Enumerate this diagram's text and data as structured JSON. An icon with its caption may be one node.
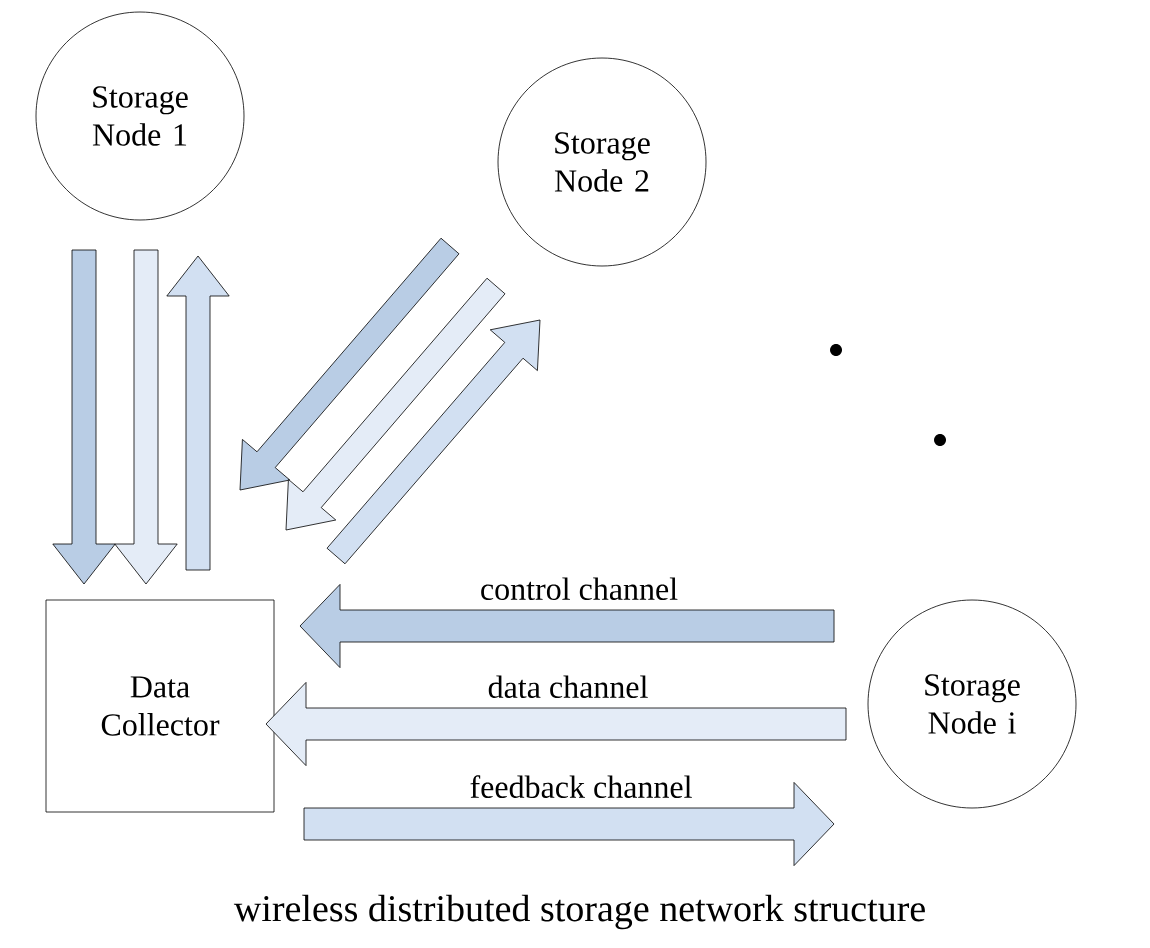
{
  "diagram": {
    "caption": "wireless distributed storage network structure",
    "nodes": [
      {
        "text": [
          "Storage Node 1"
        ]
      },
      {
        "text": [
          "Storage Node 2"
        ]
      },
      {
        "text": [
          "Data Collector"
        ]
      },
      {
        "text": [
          "Storage Node i"
        ]
      }
    ],
    "edges": [
      {
        "from": 0,
        "to": 2,
        "arrow": "to",
        "color": "#b9cde5"
      },
      {
        "from": 0,
        "to": 2,
        "arrow": "to",
        "color": "#e4ecf7"
      },
      {
        "from": 2,
        "to": 0,
        "arrow": "to",
        "color": "#d2e0f2"
      },
      {
        "from": 1,
        "to": 2,
        "arrow": "to",
        "color": "#b9cde5"
      },
      {
        "from": 1,
        "to": 2,
        "arrow": "to",
        "color": "#e4ecf7"
      },
      {
        "from": 2,
        "to": 1,
        "arrow": "to",
        "color": "#d2e0f2"
      },
      {
        "from": 3,
        "to": 2,
        "arrow": "to",
        "label": "control channel",
        "color": "#b9cde5"
      },
      {
        "from": 3,
        "to": 2,
        "arrow": "to",
        "label": "data channel",
        "color": "#e4ecf7"
      },
      {
        "from": 2,
        "to": 3,
        "arrow": "to",
        "label": "feedback channel",
        "color": "#d2e0f2"
      }
    ]
  }
}
